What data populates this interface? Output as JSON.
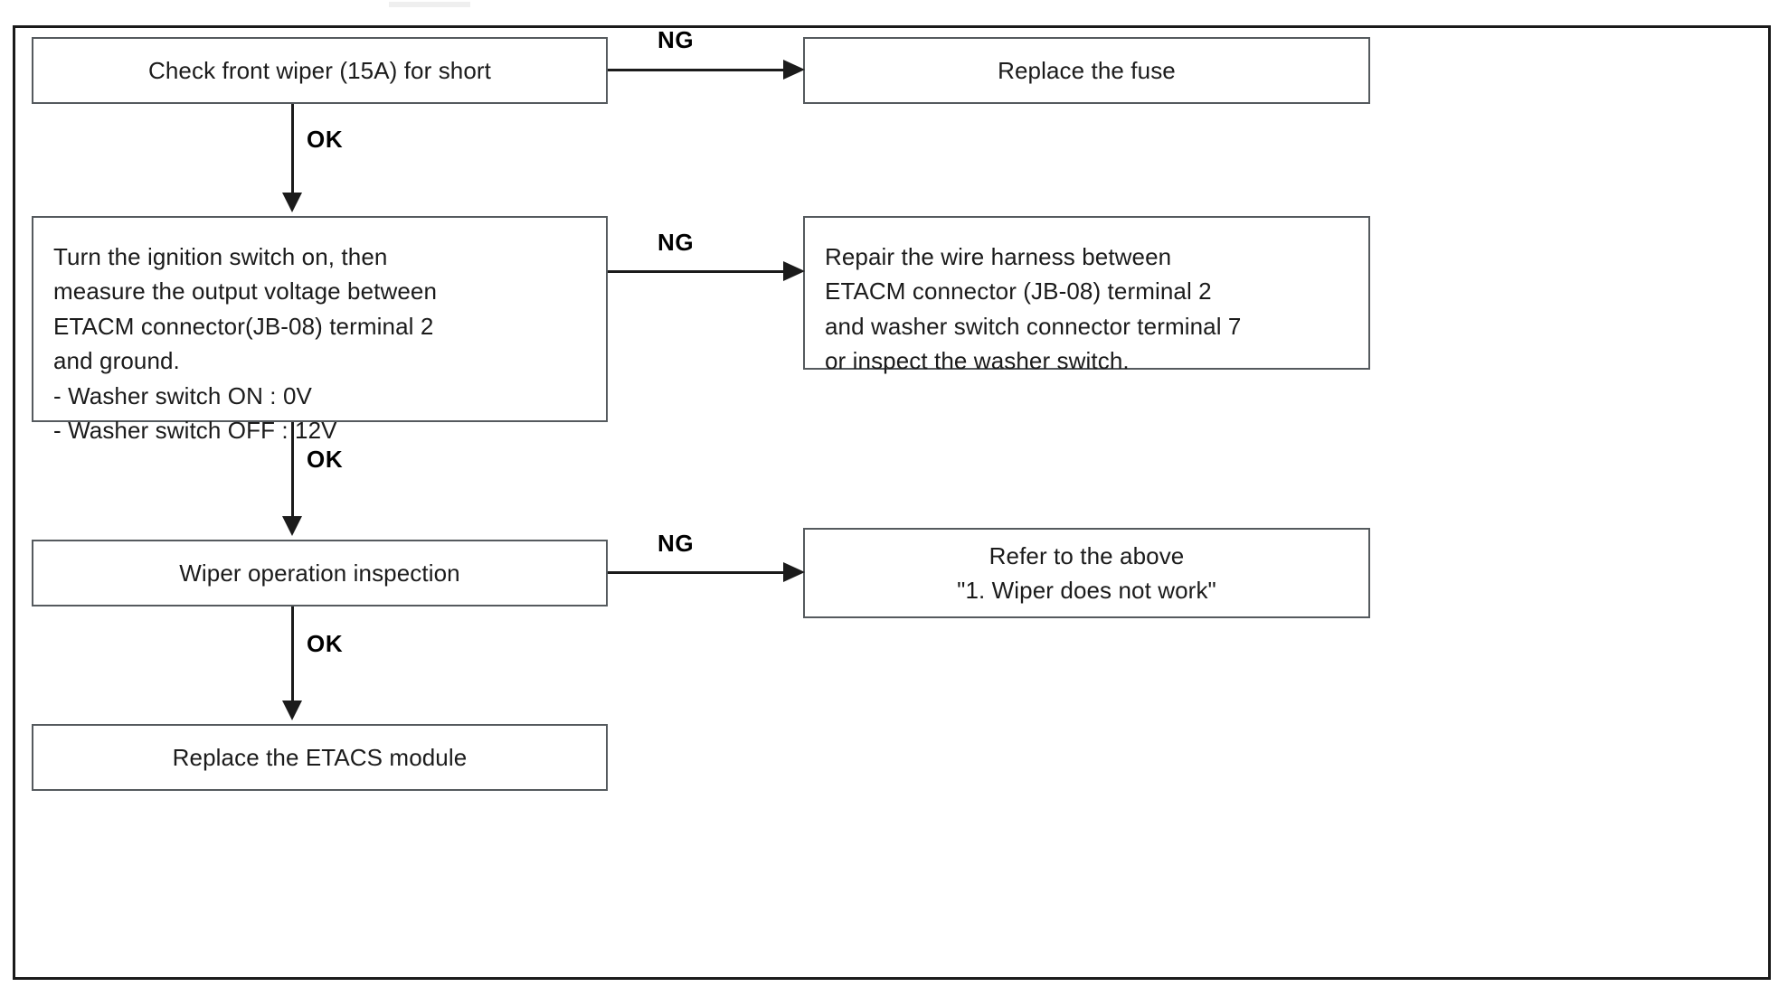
{
  "diagram": {
    "type": "flowchart",
    "title": "Washer motor / wiper diagnostic flow",
    "frame_color": "#1a1a1a",
    "box_border_color": "#555a5e",
    "line_color": "#1b1b1b",
    "background": "#ffffff",
    "nodes": [
      {
        "id": "n1",
        "label": "Check front wiper (15A) for short",
        "lines": [
          "Check front wiper (15A) for short"
        ],
        "align": "center"
      },
      {
        "id": "n1r",
        "label": "Replace the fuse",
        "lines": [
          "Replace the fuse"
        ],
        "align": "center"
      },
      {
        "id": "n2",
        "label": "Turn the ignition switch on, then measure the output voltage between ETACM connector(JB-08) terminal 2 and ground.",
        "lines": [
          "Turn the ignition switch on, then",
          "measure the output voltage between",
          "ETACM connector(JB-08) terminal 2",
          "and ground.",
          "- Washer switch ON : 0V",
          "- Washer switch OFF : 12V"
        ],
        "align": "left"
      },
      {
        "id": "n2r",
        "label": "Repair the wire harness between ETACM connector (JB-08) terminal 2 and washer switch connector terminal 7 or inspect the washer switch.",
        "lines": [
          "Repair the wire harness between",
          "ETACM connector (JB-08) terminal 2",
          "and washer switch connector terminal 7",
          "or inspect the washer switch."
        ],
        "align": "left"
      },
      {
        "id": "n3",
        "label": "Wiper operation inspection",
        "lines": [
          "Wiper operation inspection"
        ],
        "align": "center"
      },
      {
        "id": "n3r",
        "label": "Refer to the above \"1. Wiper does not work\"",
        "lines": [
          "Refer to the above",
          "\"1. Wiper does not work\""
        ],
        "align": "center"
      },
      {
        "id": "n4",
        "label": "Replace the ETACS module",
        "lines": [
          "Replace the ETACS module"
        ],
        "align": "center"
      }
    ],
    "edges": [
      {
        "id": "e1",
        "from": "n1",
        "to": "n1r",
        "label": "NG",
        "direction": "right"
      },
      {
        "id": "e2",
        "from": "n1",
        "to": "n2",
        "label": "OK",
        "direction": "down"
      },
      {
        "id": "e3",
        "from": "n2",
        "to": "n2r",
        "label": "NG",
        "direction": "right"
      },
      {
        "id": "e4",
        "from": "n2",
        "to": "n3",
        "label": "OK",
        "direction": "down"
      },
      {
        "id": "e5",
        "from": "n3",
        "to": "n3r",
        "label": "NG",
        "direction": "right"
      },
      {
        "id": "e6",
        "from": "n3",
        "to": "n4",
        "label": "OK",
        "direction": "down"
      }
    ]
  }
}
